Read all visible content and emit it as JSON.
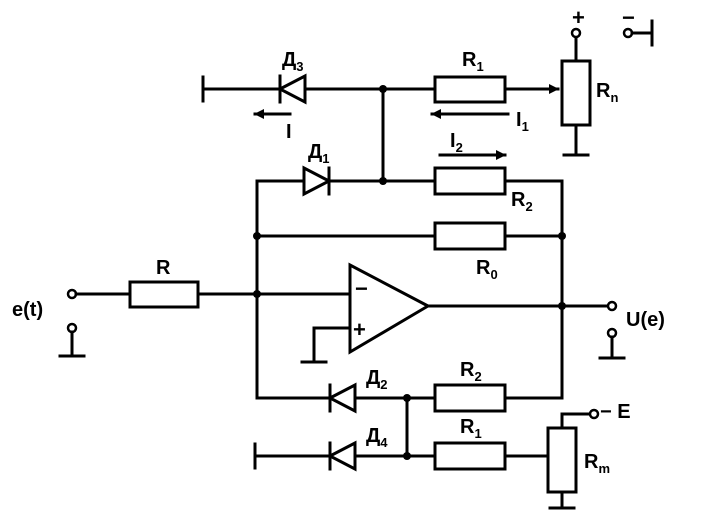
{
  "labels": {
    "R": "R",
    "R0": {
      "main": "R",
      "sub": "0"
    },
    "R1_top": {
      "main": "R",
      "sub": "1"
    },
    "R2_top": {
      "main": "R",
      "sub": "2"
    },
    "R2_bot": {
      "main": "R",
      "sub": "2"
    },
    "R1_bot": {
      "main": "R",
      "sub": "1"
    },
    "Rn": {
      "main": "R",
      "sub": "n"
    },
    "Rm": {
      "main": "R",
      "sub": "m"
    },
    "D1": {
      "main": "Д",
      "sub": "1"
    },
    "D2": {
      "main": "Д",
      "sub": "2"
    },
    "D3": {
      "main": "Д",
      "sub": "3"
    },
    "D4": {
      "main": "Д",
      "sub": "4"
    },
    "I": "I",
    "I1": {
      "main": "I",
      "sub": "1"
    },
    "I2": {
      "main": "I",
      "sub": "2"
    },
    "input": "e(t)",
    "output": "U(e)",
    "plus_supply": "+",
    "minus_supply": "−",
    "minus_E": "− E",
    "opamp_minus": "−",
    "opamp_plus": "+"
  }
}
